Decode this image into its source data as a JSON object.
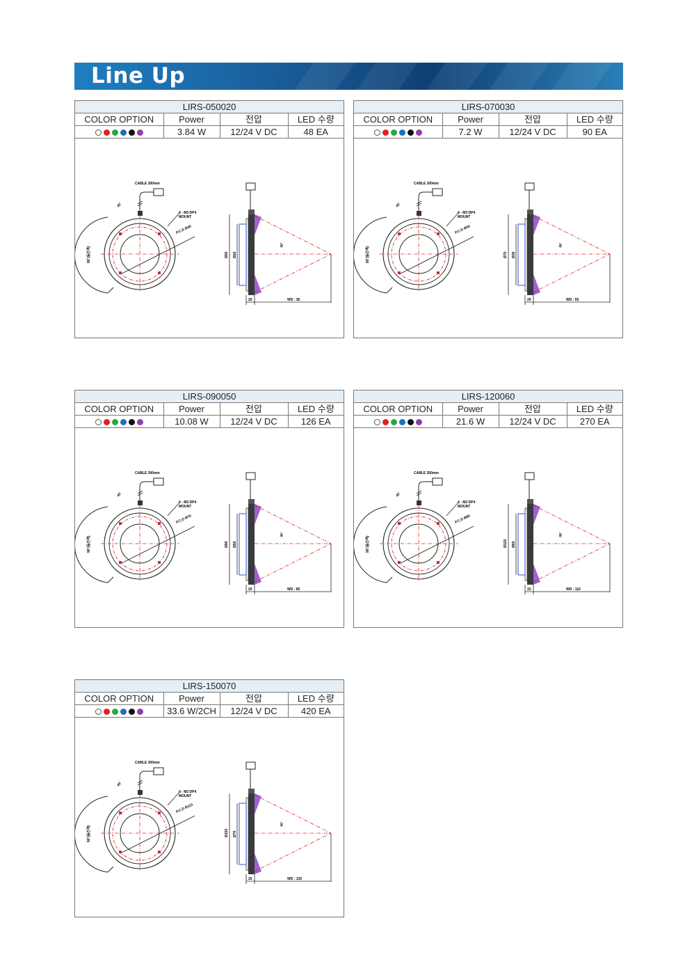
{
  "header": {
    "title": "Line Up"
  },
  "table_headers": {
    "color": "COLOR OPTION",
    "power": "Power",
    "voltage": "전압",
    "led": "LED 수량"
  },
  "color_options": [
    "#ffffff",
    "#e02020",
    "#27a844",
    "#1d6fb8",
    "#111111",
    "#8e3fa6"
  ],
  "products": [
    {
      "model": "LIRS-050020",
      "power": "3.84 W",
      "voltage": "12/24 V DC",
      "led": "48 EA",
      "drawing": {
        "cable": "CABLE 300mm",
        "mount": "4 - M3 DP4",
        "mount2": "MOUNT",
        "pcd": "P.C.D Ø40",
        "angle45": "45˚",
        "arc": "90˚(등간격)",
        "outer_d": "Ø50",
        "inner_d": "Ø20",
        "angle30": "30˚",
        "thickness": "20",
        "wd": "WD : 36"
      }
    },
    {
      "model": "LIRS-070030",
      "power": "7.2 W",
      "voltage": "12/24 V DC",
      "led": "90 EA",
      "drawing": {
        "cable": "CABLE 300mm",
        "mount": "4 - M3 DP4",
        "mount2": "MOUNT",
        "pcd": "P.C.D Ø50",
        "angle45": "45˚",
        "arc": "90˚(등간격)",
        "outer_d": "Ø70",
        "inner_d": "Ø30",
        "angle30": "30˚",
        "thickness": "20",
        "wd": "WD : 55"
      }
    },
    {
      "model": "LIRS-090050",
      "power": "10.08 W",
      "voltage": "12/24 V DC",
      "led": "126 EA",
      "drawing": {
        "cable": "CABLE 300mm",
        "mount": "4 - M3 DP4",
        "mount2": "MOUNT",
        "pcd": "P.C.D Ø70",
        "angle45": "45˚",
        "arc": "90˚(등간격)",
        "outer_d": "Ø90",
        "inner_d": "Ø50",
        "angle30": "30˚",
        "thickness": "20",
        "wd": "WD : 85"
      }
    },
    {
      "model": "LIRS-120060",
      "power": "21.6 W",
      "voltage": "12/24 V DC",
      "led": "270 EA",
      "drawing": {
        "cable": "CABLE 300mm",
        "mount": "4 - M3 DP4",
        "mount2": "MOUNT",
        "pcd": "P.C.D Ø80",
        "angle45": "45˚",
        "arc": "90˚(등간격)",
        "outer_d": "Ø120",
        "inner_d": "Ø60",
        "angle30": "30˚",
        "thickness": "22",
        "wd": "WD : 110"
      }
    },
    {
      "model": "LIRS-150070",
      "power": "33.6 W/2CH",
      "voltage": "12/24 V DC",
      "led": "420 EA",
      "drawing": {
        "cable": "CABLE 300mm",
        "mount": "4 - M3 DP4",
        "mount2": "MOUNT",
        "pcd": "P.C.D Ø110",
        "angle45": "45˚",
        "arc": "90˚(등간격)",
        "outer_d": "Ø150",
        "inner_d": "Ø70",
        "angle30": "30˚",
        "thickness": "25",
        "wd": "WD : 135"
      }
    }
  ]
}
